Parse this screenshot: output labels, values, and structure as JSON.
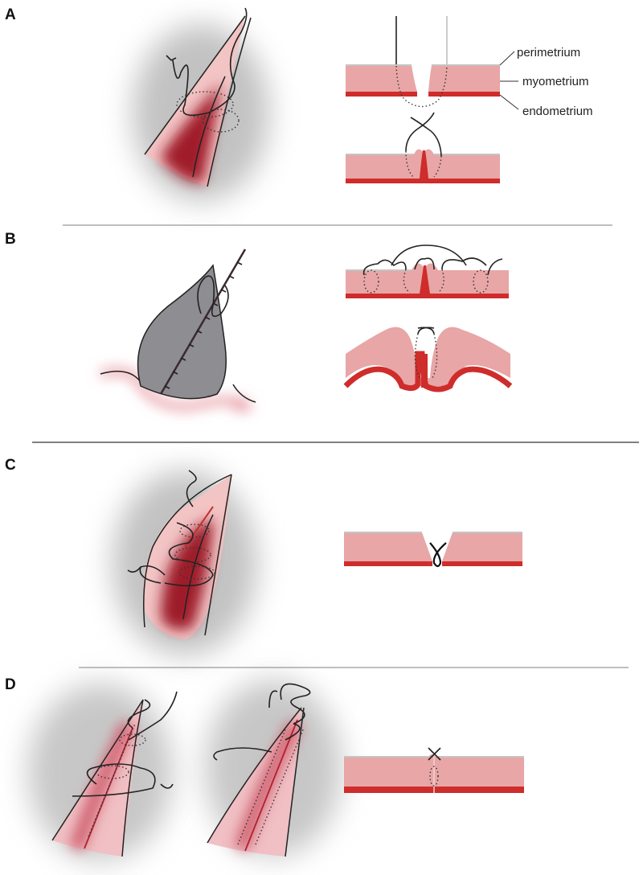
{
  "figure": {
    "panels": [
      {
        "label": "A"
      },
      {
        "label": "B"
      },
      {
        "label": "C"
      },
      {
        "label": "D"
      }
    ],
    "layers": {
      "perimetrium": "perimetrium",
      "myometrium": "myometrium",
      "endometrium": "endometrium"
    },
    "colors": {
      "myometrium": "#e8a6a6",
      "endometrium": "#cf2c2c",
      "perimetrium": "#c4c4c4",
      "deep_tissue": "#9e1d2a"
    }
  }
}
